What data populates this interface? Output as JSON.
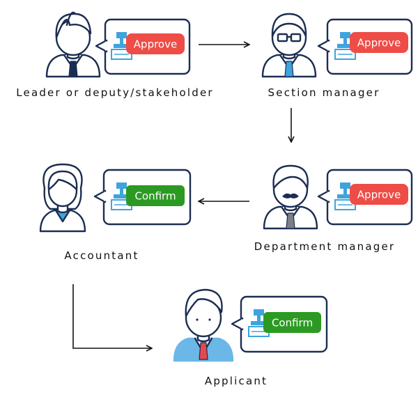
{
  "colors": {
    "outline": "#1c2d52",
    "stamp": "#3fa4dd",
    "approve": "#ee4c46",
    "confirm": "#2c9a22",
    "applicant_suit": "#6bb7e8",
    "applicant_tie": "#e8474d"
  },
  "nodes": [
    {
      "id": "leader",
      "label": "Leader or deputy/stakeholder",
      "action": "Approve",
      "icon": "male-person-icon"
    },
    {
      "id": "section",
      "label": "Section manager",
      "action": "Approve",
      "icon": "male-with-glasses-icon"
    },
    {
      "id": "department",
      "label": "Department manager",
      "action": "Approve",
      "icon": "male-with-mustache-icon"
    },
    {
      "id": "accountant",
      "label": "Accountant",
      "action": "Confirm",
      "icon": "female-person-icon"
    },
    {
      "id": "applicant",
      "label": "Applicant",
      "action": "Confirm",
      "icon": "applicant-person-icon"
    }
  ],
  "edges": [
    {
      "from": "leader",
      "to": "section"
    },
    {
      "from": "section",
      "to": "department"
    },
    {
      "from": "department",
      "to": "accountant"
    },
    {
      "from": "accountant",
      "to": "applicant"
    }
  ]
}
